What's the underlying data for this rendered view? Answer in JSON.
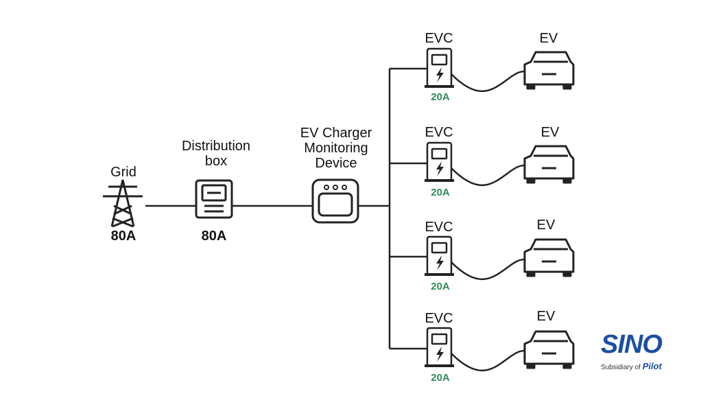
{
  "grid": {
    "label": "Grid",
    "amp": "80A"
  },
  "distribution": {
    "label_line1": "Distribution",
    "label_line2": "box",
    "amp": "80A"
  },
  "monitor": {
    "label_line1": "EV Charger",
    "label_line2": "Monitoring",
    "label_line3": "Device"
  },
  "branches": [
    {
      "charger_label": "EVC",
      "charger_amp": "20A",
      "ev_label": "EV"
    },
    {
      "charger_label": "EVC",
      "charger_amp": "20A",
      "ev_label": "EV"
    },
    {
      "charger_label": "EVC",
      "charger_amp": "20A",
      "ev_label": "EV"
    },
    {
      "charger_label": "EVC",
      "charger_amp": "20A",
      "ev_label": "EV"
    }
  ],
  "logo": {
    "brand": "SINO",
    "subtitle": "Subsidiary of",
    "parent": "Pilot"
  },
  "colors": {
    "line": "#222222",
    "amp_green": "#2e8b57",
    "brand_blue": "#1a4fa3"
  }
}
